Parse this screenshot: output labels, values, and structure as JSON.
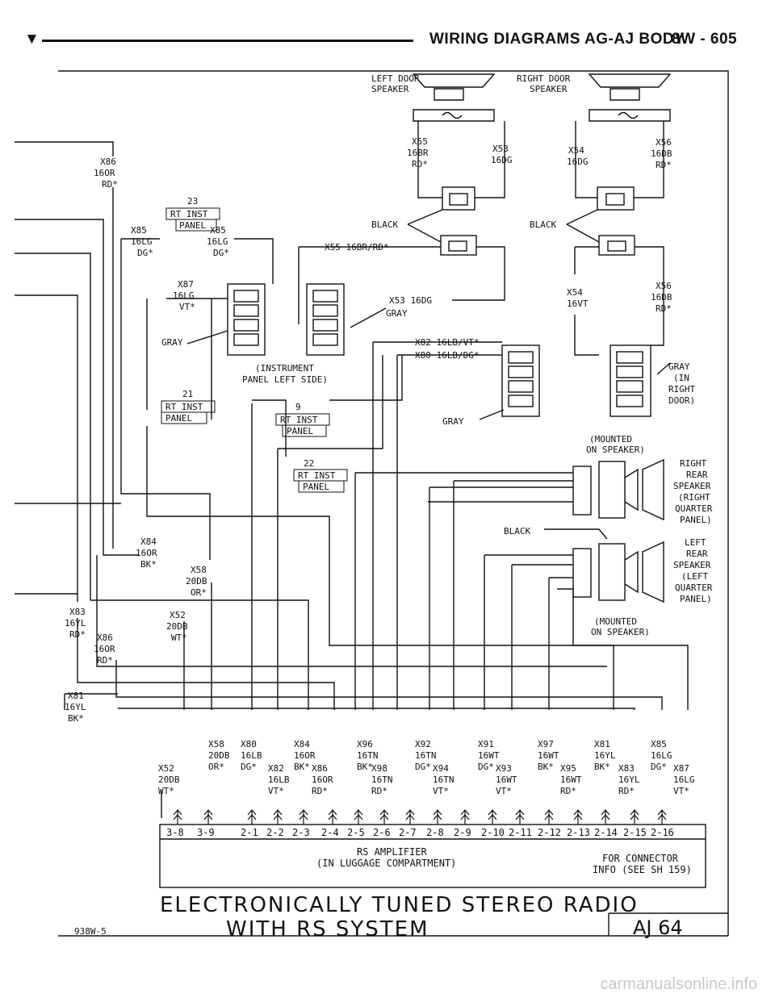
{
  "header": {
    "marker": "▼",
    "title": "WIRING DIAGRAMS AG-AJ BODY",
    "page": "8W - 605"
  },
  "speakers": {
    "left_door": [
      "LEFT DOOR",
      "SPEAKER"
    ],
    "right_door": [
      "RIGHT DOOR",
      "SPEAKER"
    ],
    "right_rear": [
      "RIGHT",
      "REAR",
      "SPEAKER",
      "(RIGHT",
      "QUARTER",
      "PANEL)"
    ],
    "left_rear": [
      "LEFT",
      "REAR",
      "SPEAKER",
      "(LEFT",
      "QUARTER",
      "PANEL)"
    ],
    "mounted_1": [
      "(MOUNTED",
      "ON SPEAKER)"
    ],
    "mounted_2": [
      "(MOUNTED",
      "ON SPEAKER)"
    ]
  },
  "wires_top": {
    "x55": [
      "X55",
      "16BR",
      "RD*"
    ],
    "x53": [
      "X53",
      "16DG"
    ],
    "x54": [
      "X54",
      "16DG"
    ],
    "x56": [
      "X56",
      "16DB",
      "RD*"
    ],
    "x86": [
      "X86",
      "16OR",
      "RD*"
    ],
    "x85_left": [
      "X85",
      "16LG",
      "DG*"
    ],
    "x85_right": [
      "X85",
      "16LG",
      "DG*"
    ],
    "x87": [
      "X87",
      "16LG",
      "VT*"
    ],
    "x54b": [
      "X54",
      "16VT"
    ],
    "x56b": [
      "X56",
      "16DB",
      "RD*"
    ]
  },
  "labels": {
    "black_1": "BLACK",
    "black_2": "BLACK",
    "black_3": "BLACK",
    "gray_1": "GRAY",
    "gray_2": "GRAY",
    "gray_3": "GRAY",
    "gray_right_door": [
      "(IN",
      "RIGHT",
      "DOOR)"
    ],
    "x55_run": "X55 16BR/RD*",
    "x53_run": "X53 16DG",
    "x82_run": "X82 16LB/VT*",
    "x80_run": "X80 16LB/DG*",
    "inst_panel": [
      "(INSTRUMENT",
      "PANEL LEFT SIDE)"
    ]
  },
  "splices": [
    {
      "num": "23",
      "line1": "RT INST",
      "line2": "PANEL"
    },
    {
      "num": "21",
      "line1": "RT INST",
      "line2": "PANEL"
    },
    {
      "num": "9",
      "line1": "RT INST",
      "line2": "PANEL"
    },
    {
      "num": "22",
      "line1": "RT INST",
      "line2": "PANEL"
    }
  ],
  "wires_mid": {
    "x84": [
      "X84",
      "16OR",
      "BK*"
    ],
    "x58": [
      "X58",
      "20DB",
      "OR*"
    ],
    "x83": [
      "X83",
      "16YL",
      "RD*"
    ],
    "x52": [
      "X52",
      "20DB",
      "WT*"
    ],
    "x86b": [
      "X86",
      "16OR",
      "RD*"
    ],
    "x81": [
      "X81",
      "16YL",
      "BK*"
    ]
  },
  "bottom_wires": [
    [
      "X58",
      "20DB",
      "OR*"
    ],
    [
      "X80",
      "16LB",
      "DG*"
    ],
    [
      "X84",
      "16OR",
      "BK*"
    ],
    [
      "X96",
      "16TN",
      "BK*"
    ],
    [
      "X92",
      "16TN",
      "DG*"
    ],
    [
      "X91",
      "16WT",
      "DG*"
    ],
    [
      "X97",
      "16WT",
      "BK*"
    ],
    [
      "X81",
      "16YL",
      "BK*"
    ],
    [
      "X85",
      "16LG",
      "DG*"
    ]
  ],
  "bottom_wires_low": [
    [
      "X52",
      "20DB",
      "WT*"
    ],
    [
      "X82",
      "16LB",
      "VT*"
    ],
    [
      "X86",
      "16OR",
      "RD*"
    ],
    [
      "X98",
      "16TN",
      "RD*"
    ],
    [
      "X94",
      "16TN",
      "VT*"
    ],
    [
      "X93",
      "16WT",
      "VT*"
    ],
    [
      "X95",
      "16WT",
      "RD*"
    ],
    [
      "X83",
      "16YL",
      "RD*"
    ],
    [
      "X87",
      "16LG",
      "VT*"
    ]
  ],
  "pins": [
    "3-8",
    "3-9",
    "2-1",
    "2-2",
    "2-3",
    "2-4",
    "2-5",
    "2-6",
    "2-7",
    "2-8",
    "2-9",
    "2-10",
    "2-11",
    "2-12",
    "2-13",
    "2-14",
    "2-15",
    "2-16"
  ],
  "amplifier": {
    "line1": "RS AMPLIFIER",
    "line2": "(IN LUGGAGE COMPARTMENT)",
    "note1": "FOR CONNECTOR",
    "note2": "INFO (SEE SH 159)"
  },
  "footer": {
    "title1": "ELECTRONICALLY TUNED STEREO RADIO",
    "title2": "WITH RS SYSTEM",
    "code": "938W-5",
    "sheet": "AJ 64"
  },
  "watermark": "carmanualsonline.info"
}
